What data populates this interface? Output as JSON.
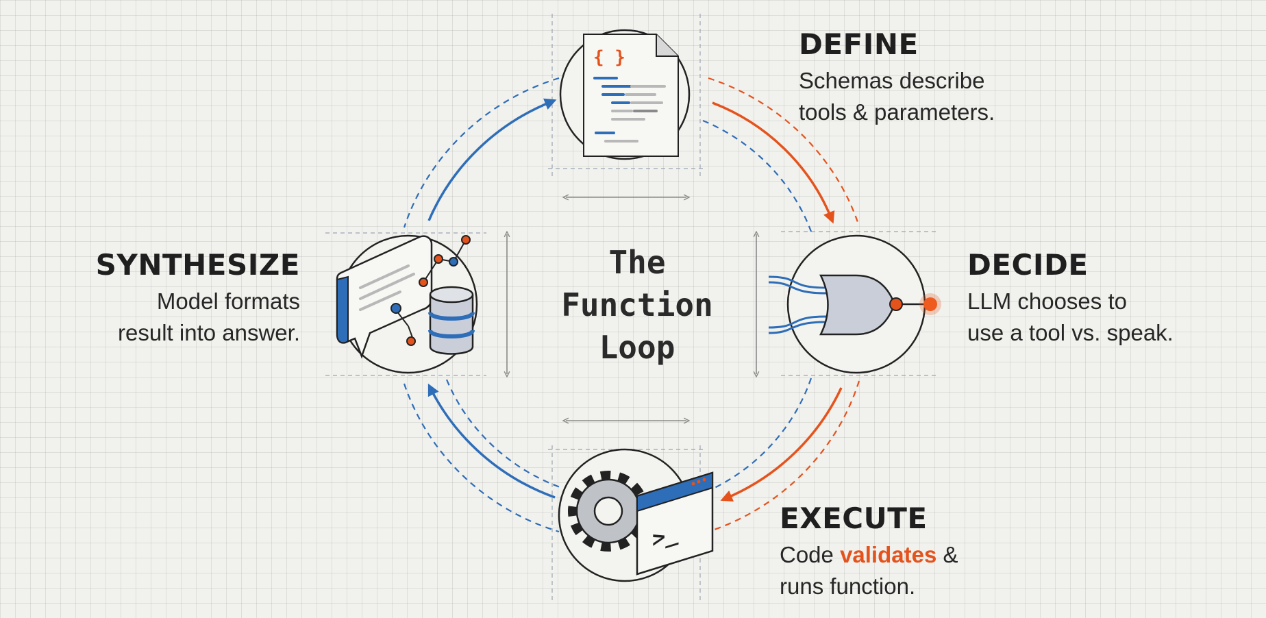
{
  "title": {
    "line1": "The",
    "line2": "Function",
    "line3": "Loop"
  },
  "stages": {
    "define": {
      "name": "DEFINE",
      "desc_line1": "Schemas describe",
      "desc_line2": "tools & parameters."
    },
    "decide": {
      "name": "DECIDE",
      "desc_line1": "LLM chooses to",
      "desc_line2": "use a tool vs. speak."
    },
    "execute": {
      "name": "EXECUTE",
      "desc_pre": "Code ",
      "desc_accent": "validates",
      "desc_post": " &",
      "desc_line2": "runs function."
    },
    "synthesize": {
      "name": "SYNTHESIZE",
      "desc_line1": "Model formats",
      "desc_line2": "result into answer."
    }
  },
  "icons": {
    "define": "json-document-icon",
    "decide": "logic-gate-icon",
    "execute": "gear-terminal-icon",
    "synthesize": "chat-database-icon"
  },
  "doc_braces": "{ }",
  "terminal_prompt": ">_",
  "colors": {
    "blue": "#2e6db8",
    "orange": "#e5531d",
    "ink": "#1f1f1f",
    "background": "#f1f1ed"
  }
}
